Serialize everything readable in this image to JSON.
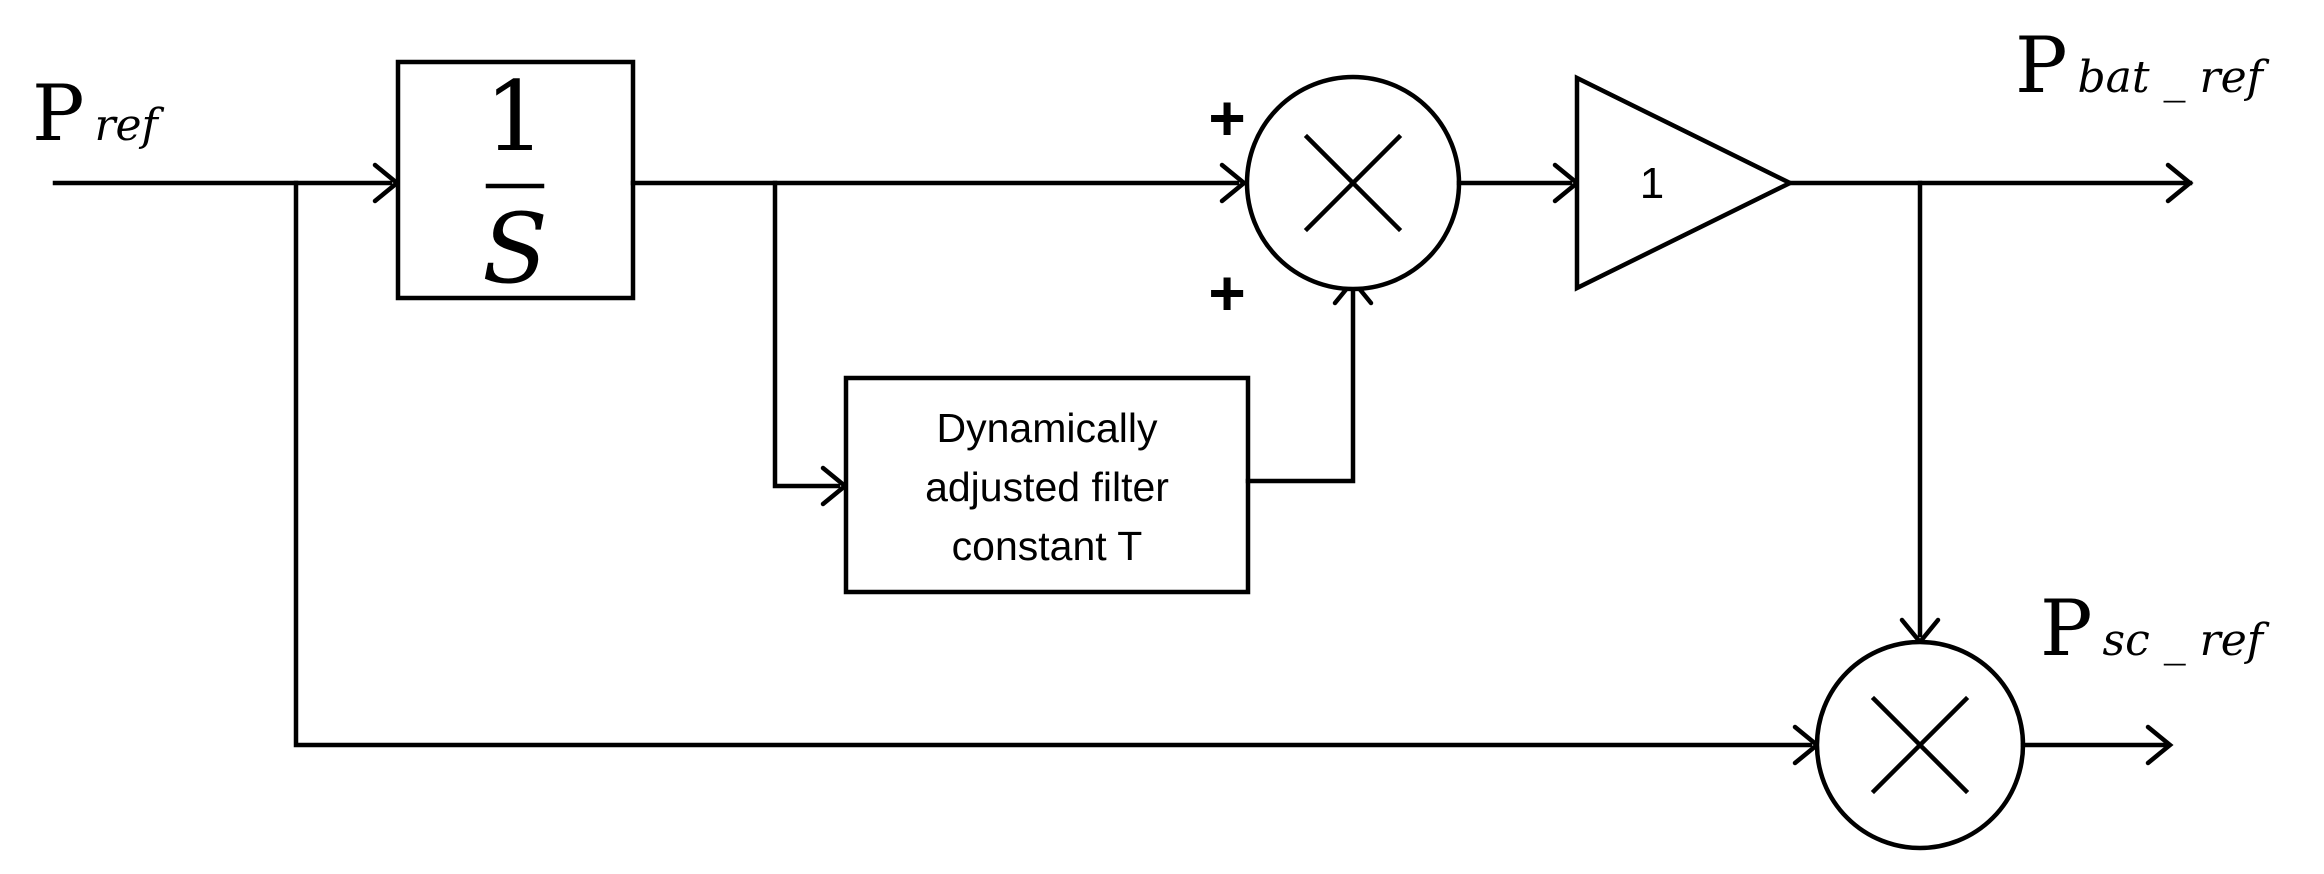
{
  "signals": {
    "p_ref": {
      "main": "P",
      "sub": "ref"
    },
    "p_bat_ref": {
      "main": "P",
      "sub": "bat _ ref"
    },
    "p_sc_ref": {
      "main": "P",
      "sub": "sc _ ref"
    }
  },
  "integrator": {
    "numerator": "1",
    "denominator": "S"
  },
  "filter": {
    "lines": [
      "Dynamically",
      "adjusted filter",
      "constant T"
    ]
  },
  "gain": {
    "value": "1"
  },
  "signs": {
    "top": "+",
    "bottom": "+"
  }
}
